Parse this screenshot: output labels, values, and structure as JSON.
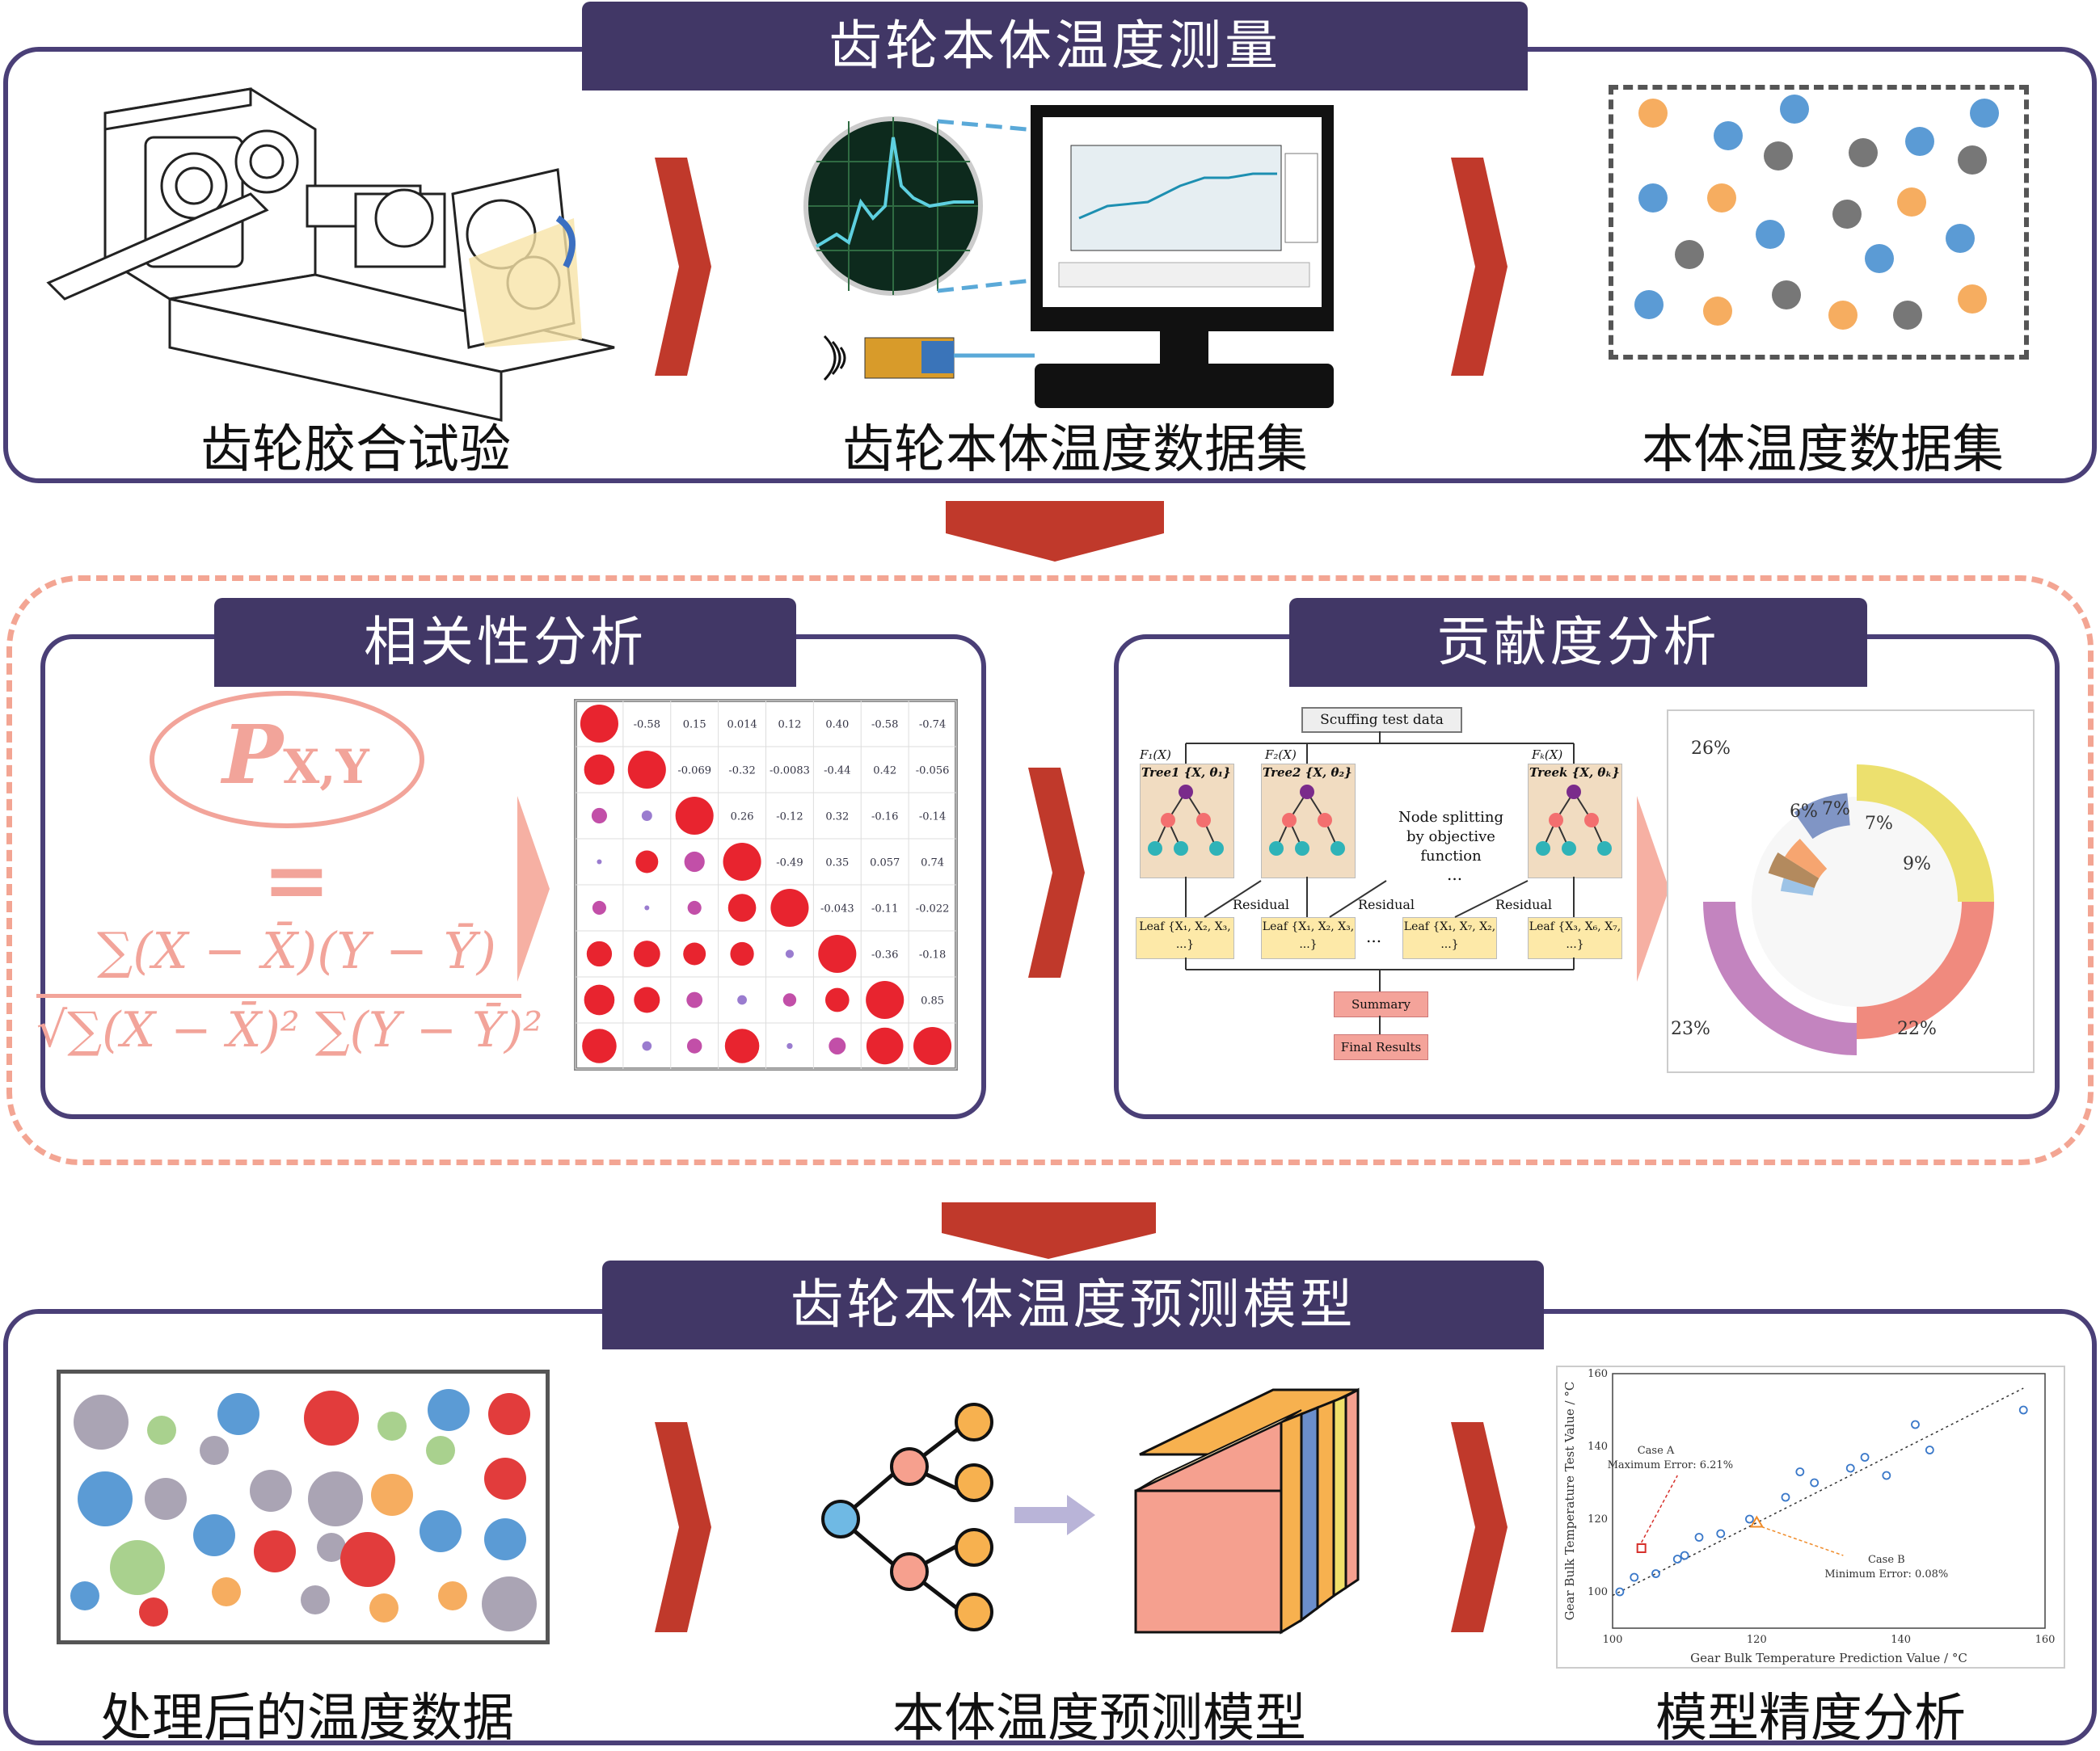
{
  "top": {
    "title": "齿轮本体温度测量",
    "caption_left": "齿轮胶合试验",
    "caption_mid": "齿轮本体温度数据集",
    "caption_right": "本体温度数据集"
  },
  "middle": {
    "corr_title": "相关性分析",
    "contrib_title": "贡献度分析",
    "formula": {
      "symbol": "P",
      "subscript": "X,Y",
      "equals": "=",
      "numerator": "∑(X − X̄)(Y − Ȳ)",
      "denominator": "√∑(X − X̄)² ∑(Y − Ȳ)²"
    },
    "corr_matrix": {
      "rows": [
        [
          "",
          "-0.58",
          "0.15",
          "0.014",
          "0.12",
          "0.40",
          "-0.58",
          "-0.74"
        ],
        [
          "",
          "",
          "-0.069",
          "-0.32",
          "-0.0083",
          "-0.44",
          "0.42",
          "-0.056"
        ],
        [
          "",
          "",
          "",
          "0.26",
          "-0.12",
          "0.32",
          "-0.16",
          "-0.14"
        ],
        [
          "",
          "",
          "",
          "",
          "-0.49",
          "0.35",
          "0.057",
          "0.74"
        ],
        [
          "",
          "",
          "",
          "",
          "",
          "-0.043",
          "-0.11",
          "-0.022"
        ],
        [
          "",
          "",
          "",
          "",
          "",
          "",
          "-0.36",
          "-0.18"
        ],
        [
          "",
          "",
          "",
          "",
          "",
          "",
          "",
          "0.85"
        ],
        [
          "",
          "",
          "",
          "",
          "",
          "",
          "",
          ""
        ]
      ]
    },
    "xgb": {
      "top_box": "Scuffing test data",
      "f1": "F₁(X)",
      "f2": "F₂(X)",
      "fk": "Fₖ(X)",
      "tree1": "Tree1 {X, θ₁}",
      "tree2": "Tree2 {X, θ₂}",
      "treek": "Treek {X, θₖ}",
      "node_split": "Node splitting by objective function",
      "residual": "Residual",
      "leaf1": "Leaf {X₁, X₂, X₃, ...}",
      "leaf2": "Leaf {X₁, X₂, X₃, ...}",
      "leaf3": "Leaf {X₁, X₇, X₂, ...}",
      "leaf4": "Leaf {X₃, X₆, X₇, ...}",
      "summary": "Summary",
      "final": "Final Results",
      "dots": "..."
    },
    "donut": {
      "labels": [
        "26%",
        "6%",
        "7%",
        "7%",
        "9%",
        "22%",
        "23%"
      ]
    }
  },
  "bottom": {
    "title": "齿轮本体温度预测模型",
    "caption_left": "处理后的温度数据",
    "caption_mid": "本体温度预测模型",
    "caption_right": "模型精度分析"
  },
  "chart_data": {
    "type": "scatter",
    "xlabel": "Gear Bulk Temperature Prediction Value / °C",
    "ylabel": "Gear Bulk Temperature Test Value / °C",
    "xlim": [
      100,
      160
    ],
    "ylim": [
      90,
      160
    ],
    "xticks": [
      "100",
      "120",
      "140",
      "160"
    ],
    "yticks": [
      "100",
      "120",
      "140",
      "160"
    ],
    "annotation_a": "Case A",
    "annotation_a2": "Maximum Error: 6.21%",
    "annotation_b": "Case B",
    "annotation_b2": "Minimum Error: 0.08%",
    "points": [
      [
        101,
        100
      ],
      [
        103,
        104
      ],
      [
        106,
        105
      ],
      [
        109,
        109
      ],
      [
        110,
        110
      ],
      [
        112,
        115
      ],
      [
        115,
        116
      ],
      [
        119,
        120
      ],
      [
        124,
        126
      ],
      [
        126,
        133
      ],
      [
        128,
        130
      ],
      [
        133,
        134
      ],
      [
        135,
        137
      ],
      [
        138,
        132
      ],
      [
        142,
        146
      ],
      [
        144,
        139
      ],
      [
        157,
        150
      ]
    ],
    "case_a": [
      104,
      112
    ],
    "case_b": [
      120,
      119
    ]
  }
}
